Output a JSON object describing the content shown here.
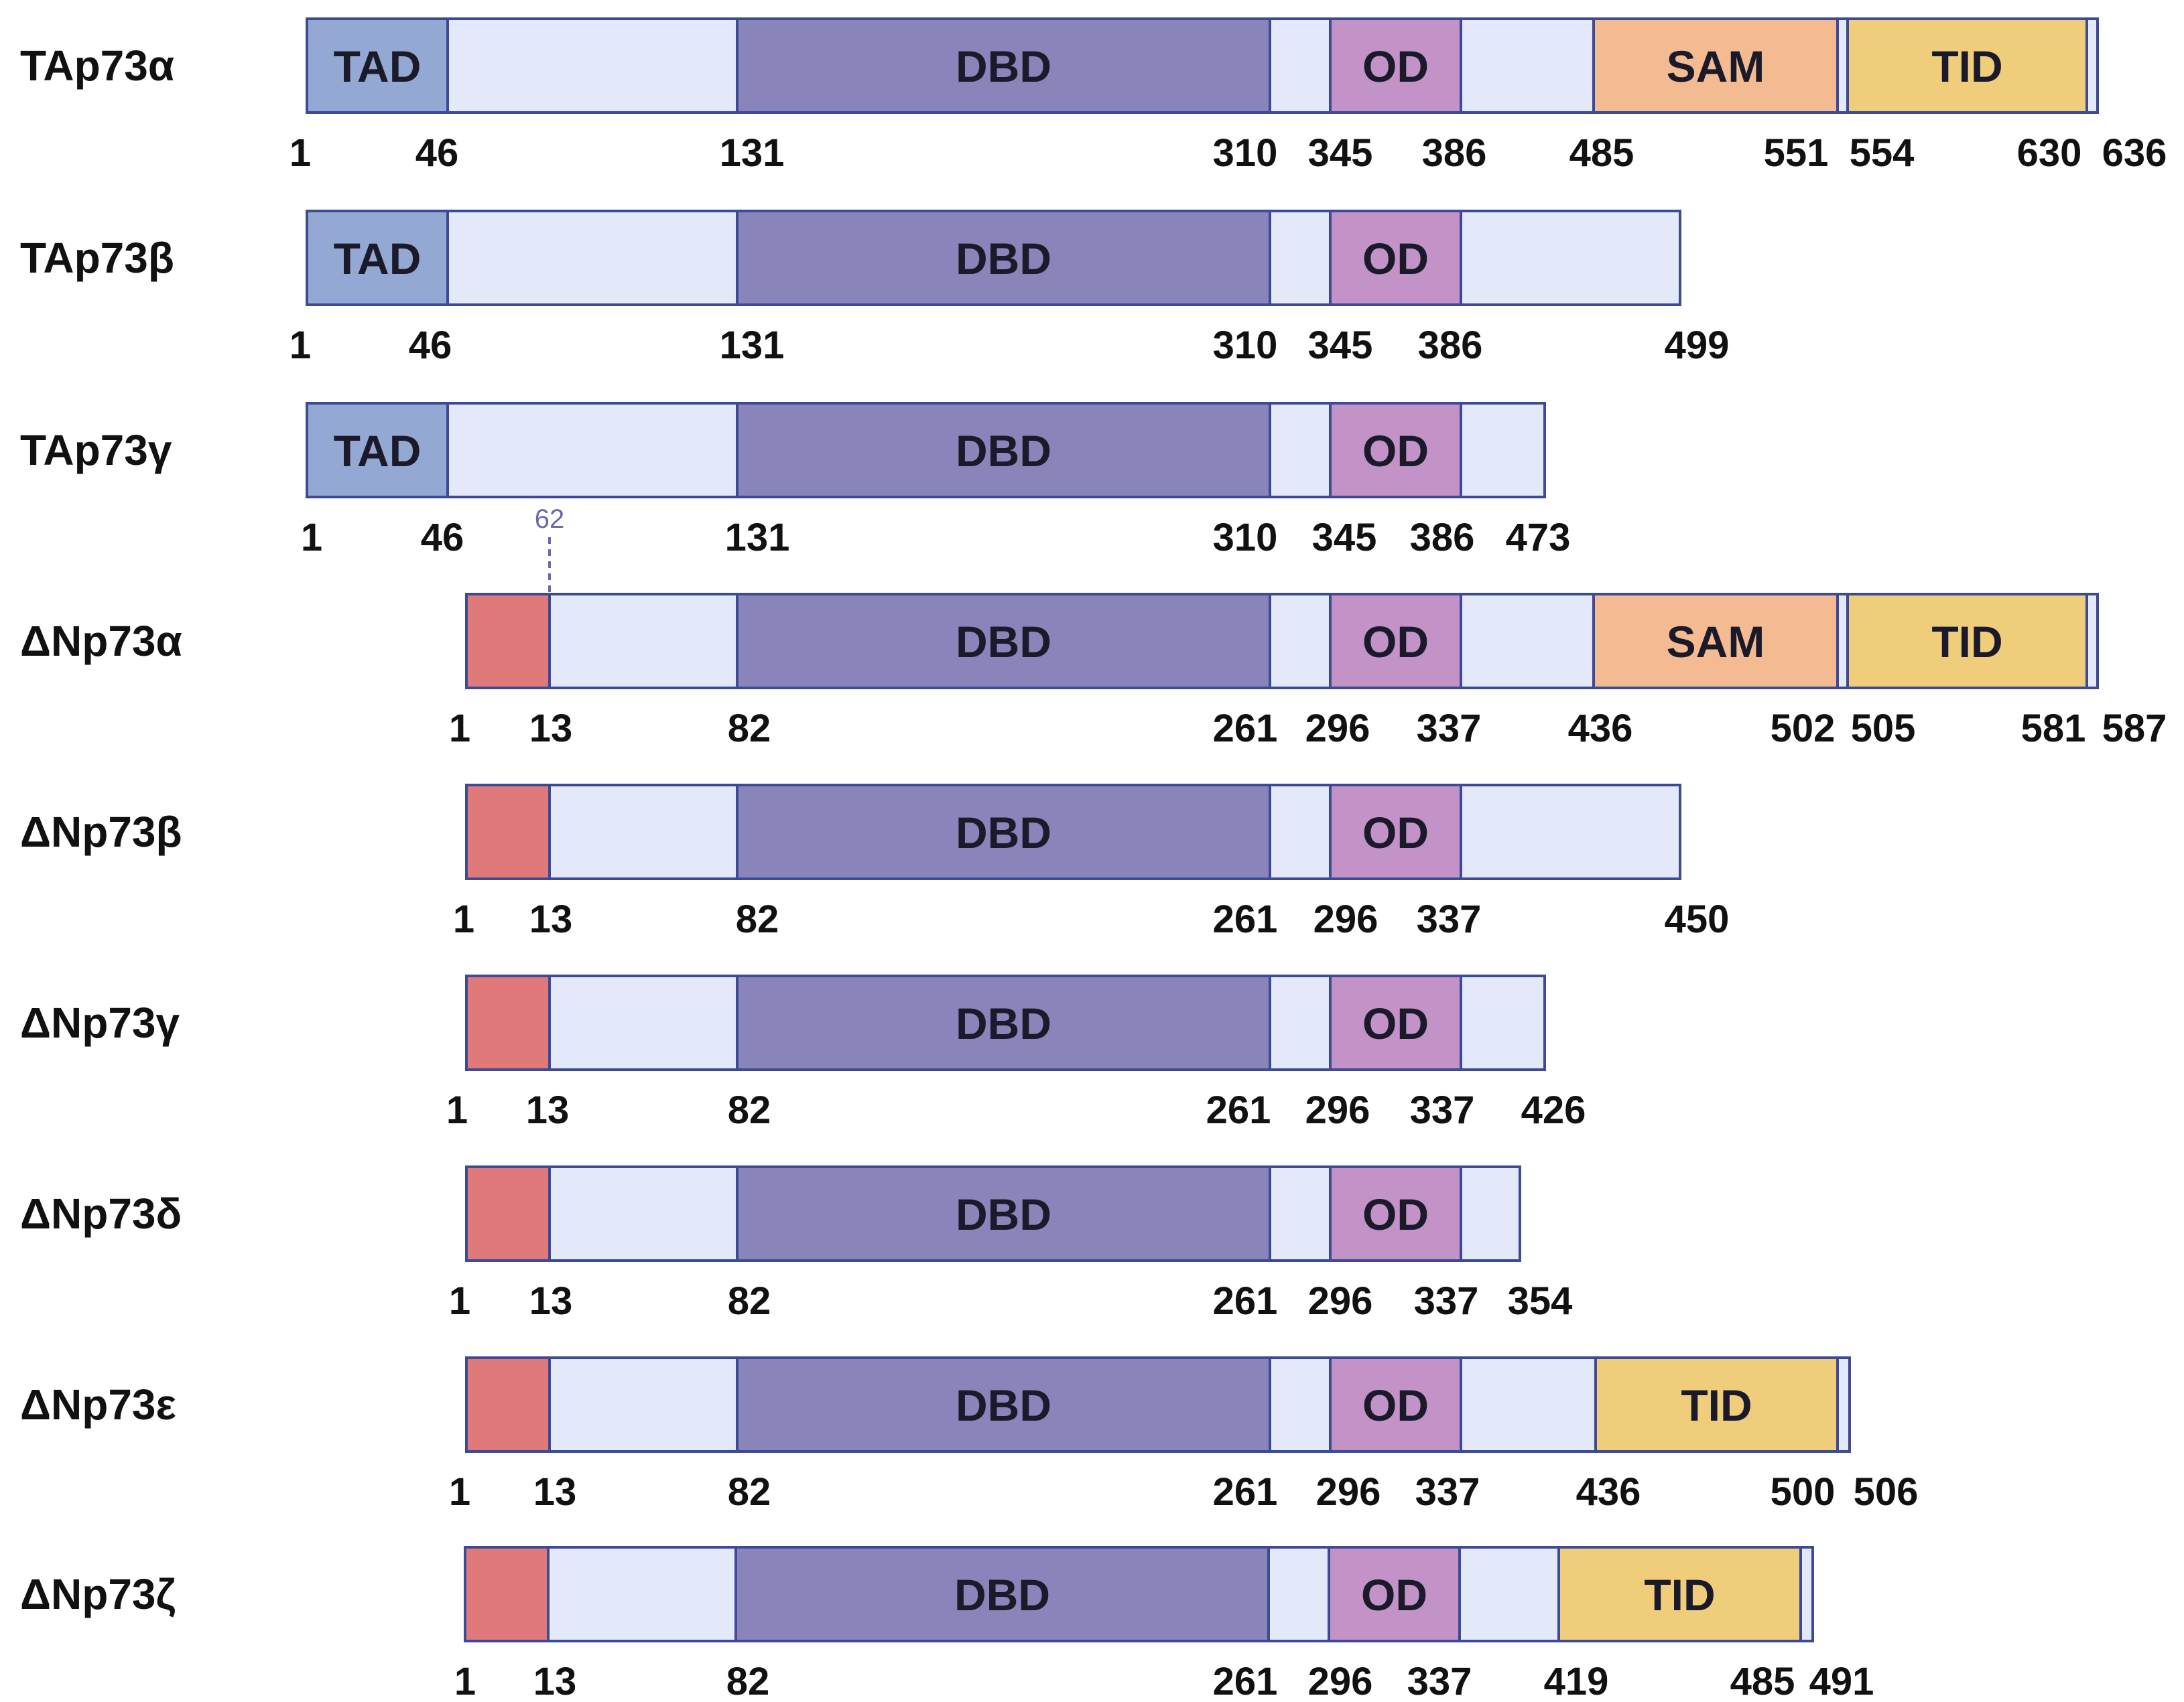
{
  "colors": {
    "backbone": "#e3e9f8",
    "stroke": "#3d4a96",
    "TAD": "#93a8d3",
    "DBD": "#8985ba",
    "OD": "#c392c7",
    "SAM": "#f4bb92",
    "TID": "#efcd7b",
    "dN": "#e07a7a",
    "marker": "#6a6aa8"
  },
  "isoforms": [
    {
      "name": "TAp73α",
      "start": 1,
      "end": 636,
      "domains": [
        {
          "label": "TAD",
          "type": "TAD",
          "start": 1,
          "end": 46
        },
        {
          "label": "DBD",
          "type": "DBD",
          "start": 131,
          "end": 310
        },
        {
          "label": "OD",
          "type": "OD",
          "start": 345,
          "end": 386
        },
        {
          "label": "SAM",
          "type": "SAM",
          "start": 485,
          "end": 551
        },
        {
          "label": "TID",
          "type": "TID",
          "start": 554,
          "end": 630
        }
      ],
      "positions": [
        "1",
        "46",
        "131",
        "310",
        "345",
        "386",
        "485",
        "551",
        "554",
        "630",
        "636"
      ]
    },
    {
      "name": "TAp73β",
      "start": 1,
      "end": 499,
      "domains": [
        {
          "label": "TAD",
          "type": "TAD",
          "start": 1,
          "end": 46
        },
        {
          "label": "DBD",
          "type": "DBD",
          "start": 131,
          "end": 310
        },
        {
          "label": "OD",
          "type": "OD",
          "start": 345,
          "end": 386
        }
      ],
      "positions": [
        "1",
        "46",
        "131",
        "310",
        "345",
        "386",
        "499"
      ]
    },
    {
      "name": "TAp73γ",
      "start": 1,
      "end": 473,
      "domains": [
        {
          "label": "TAD",
          "type": "TAD",
          "start": 1,
          "end": 46
        },
        {
          "label": "DBD",
          "type": "DBD",
          "start": 131,
          "end": 310
        },
        {
          "label": "OD",
          "type": "OD",
          "start": 345,
          "end": 386
        }
      ],
      "positions": [
        "1",
        "46",
        "131",
        "310",
        "345",
        "386",
        "473"
      ]
    },
    {
      "name": "ΔNp73α",
      "start": 1,
      "end": 587,
      "domains": [
        {
          "label": "",
          "type": "dN",
          "start": 1,
          "end": 13
        },
        {
          "label": "DBD",
          "type": "DBD",
          "start": 82,
          "end": 261
        },
        {
          "label": "OD",
          "type": "OD",
          "start": 296,
          "end": 337
        },
        {
          "label": "SAM",
          "type": "SAM",
          "start": 436,
          "end": 502
        },
        {
          "label": "TID",
          "type": "TID",
          "start": 505,
          "end": 581
        }
      ],
      "positions": [
        "1",
        "13",
        "82",
        "261",
        "296",
        "337",
        "436",
        "502",
        "505",
        "581",
        "587"
      ]
    },
    {
      "name": "ΔNp73β",
      "start": 1,
      "end": 450,
      "domains": [
        {
          "label": "",
          "type": "dN",
          "start": 1,
          "end": 13
        },
        {
          "label": "DBD",
          "type": "DBD",
          "start": 82,
          "end": 261
        },
        {
          "label": "OD",
          "type": "OD",
          "start": 296,
          "end": 337
        }
      ],
      "positions": [
        "1",
        "13",
        "82",
        "261",
        "296",
        "337",
        "450"
      ]
    },
    {
      "name": "ΔNp73γ",
      "start": 1,
      "end": 426,
      "domains": [
        {
          "label": "",
          "type": "dN",
          "start": 1,
          "end": 13
        },
        {
          "label": "DBD",
          "type": "DBD",
          "start": 82,
          "end": 261
        },
        {
          "label": "OD",
          "type": "OD",
          "start": 296,
          "end": 337
        }
      ],
      "positions": [
        "1",
        "13",
        "82",
        "261",
        "296",
        "337",
        "426"
      ]
    },
    {
      "name": "ΔNp73δ",
      "start": 1,
      "end": 354,
      "domains": [
        {
          "label": "",
          "type": "dN",
          "start": 1,
          "end": 13
        },
        {
          "label": "DBD",
          "type": "DBD",
          "start": 82,
          "end": 261
        },
        {
          "label": "OD",
          "type": "OD",
          "start": 296,
          "end": 337
        }
      ],
      "positions": [
        "1",
        "13",
        "82",
        "261",
        "296",
        "337",
        "354"
      ]
    },
    {
      "name": "ΔNp73ε",
      "start": 1,
      "end": 506,
      "domains": [
        {
          "label": "",
          "type": "dN",
          "start": 1,
          "end": 13
        },
        {
          "label": "DBD",
          "type": "DBD",
          "start": 82,
          "end": 261
        },
        {
          "label": "OD",
          "type": "OD",
          "start": 296,
          "end": 337
        },
        {
          "label": "TID",
          "type": "TID",
          "start": 436,
          "end": 500
        }
      ],
      "positions": [
        "1",
        "13",
        "82",
        "261",
        "296",
        "337",
        "436",
        "500",
        "506"
      ]
    },
    {
      "name": "ΔNp73ζ",
      "start": 1,
      "end": 491,
      "domains": [
        {
          "label": "",
          "type": "dN",
          "start": 1,
          "end": 13
        },
        {
          "label": "DBD",
          "type": "DBD",
          "start": 82,
          "end": 261
        },
        {
          "label": "OD",
          "type": "OD",
          "start": 296,
          "end": 337
        },
        {
          "label": "TID",
          "type": "TID",
          "start": 419,
          "end": 485
        }
      ],
      "positions": [
        "1",
        "13",
        "82",
        "261",
        "296",
        "337",
        "419",
        "485",
        "491"
      ]
    }
  ],
  "marker": {
    "label": "62"
  }
}
